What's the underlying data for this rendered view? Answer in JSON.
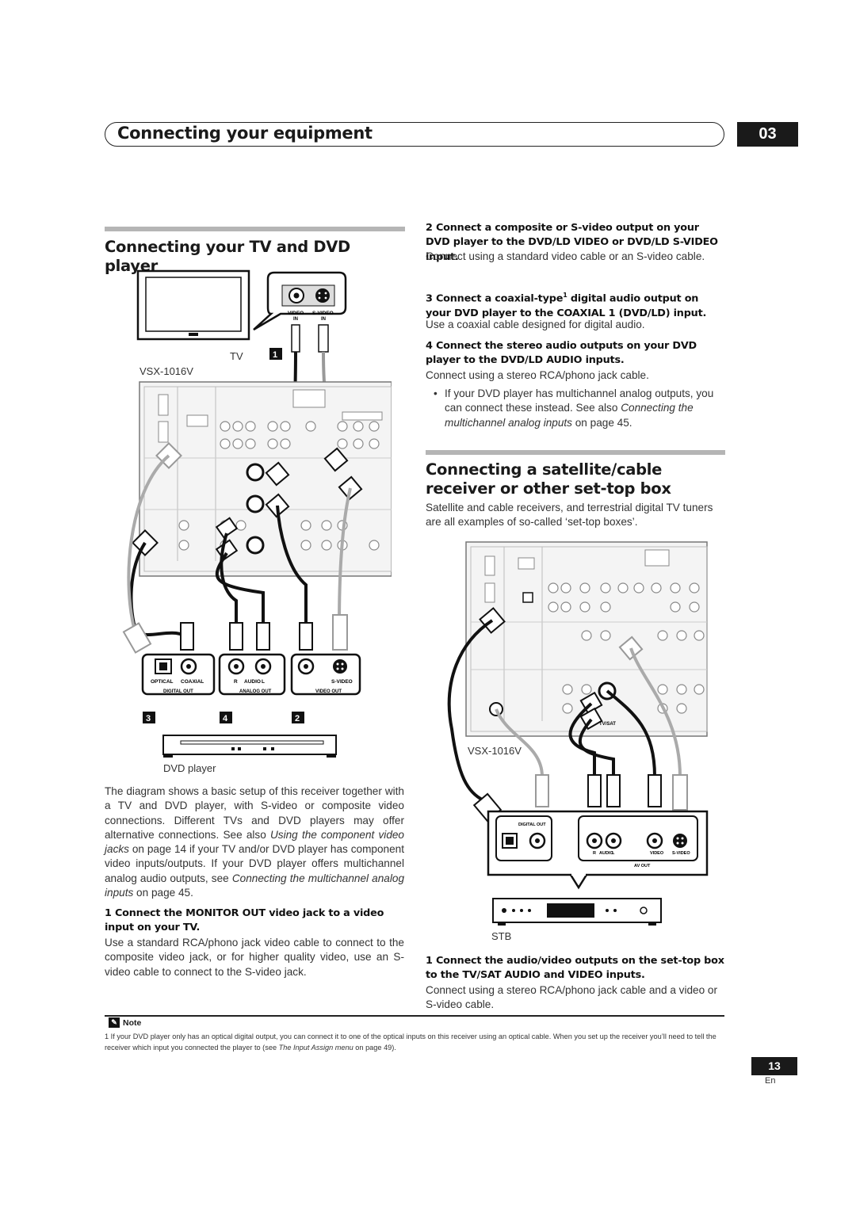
{
  "header": {
    "chapter_title": "Connecting your equipment",
    "chapter_number": "03"
  },
  "section1": {
    "title": "Connecting your TV and DVD player",
    "diagram": {
      "tv_label": "TV",
      "receiver_label": "VSX-1016V",
      "dvd_label": "DVD player",
      "tv_jack_video": "VIDEO",
      "tv_jack_svideo": "S-VIDEO",
      "tv_jack_in1": "IN",
      "tv_jack_in2": "IN",
      "marker_1": "1",
      "marker_2": "2",
      "marker_3": "3",
      "marker_4": "4",
      "dvd_optical": "OPTICAL",
      "dvd_coaxial": "COAXIAL",
      "dvd_digital_out": "DIGITAL OUT",
      "dvd_r": "R",
      "dvd_audio": "AUDIO",
      "dvd_l": "L",
      "dvd_analog_out": "ANALOG OUT",
      "dvd_svideo": "S-VIDEO",
      "dvd_video_out": "VIDEO OUT"
    },
    "body": "The diagram shows a basic setup of this receiver together with a TV and DVD player, with S-video or composite video connections. Different TVs and DVD players may offer alternative connections. See also ",
    "body_ref1": "Using the component video jacks",
    "body_mid": " on page 14 if your TV and/or DVD player has component video inputs/outputs. If your DVD player offers multichannel analog audio outputs, see ",
    "body_ref2": "Connecting the multichannel analog inputs",
    "body_end": " on page 45.",
    "step1_title": "1   Connect the MONITOR OUT video jack to a video input on your TV.",
    "step1_text": "Use a standard RCA/phono jack video cable to connect to the composite video jack, or for higher quality video, use an S-video cable to connect to the S-video jack.",
    "step2_title": "2   Connect a composite or S-video output on your DVD player to the DVD/LD VIDEO or DVD/LD S-VIDEO input.",
    "step2_text": "Connect using a standard video cable or an S-video cable.",
    "step3_title_a": "3   Connect a coaxial-type",
    "step3_sup": "1",
    "step3_title_b": " digital audio output on your DVD player to the COAXIAL 1 (DVD/LD) input.",
    "step3_text": "Use a coaxial cable designed for digital audio.",
    "step4_title": "4   Connect the stereo audio outputs on your DVD player to the DVD/LD AUDIO inputs.",
    "step4_text": "Connect using a stereo RCA/phono jack cable.",
    "bullet_a": "If your DVD player has multichannel analog outputs, you can connect these instead. See also ",
    "bullet_ref": "Connecting the multichannel analog inputs",
    "bullet_end": " on page 45."
  },
  "section2": {
    "title": "Connecting a satellite/cable receiver or other set-top box",
    "intro": "Satellite and cable receivers, and terrestrial digital TV tuners are all examples of so-called ‘set-top boxes’.",
    "diagram": {
      "receiver_label": "VSX-1016V",
      "stb_label": "STB",
      "stb_digital_out": "DIGITAL OUT",
      "stb_r": "R",
      "stb_audio": "AUDIO",
      "stb_l": "L",
      "stb_video": "VIDEO",
      "stb_svideo": "S-VIDEO",
      "stb_avout": "AV OUT",
      "rx_tvsat": "TV/SAT"
    },
    "step1_title": "1   Connect the audio/video outputs on the set-top box to the TV/SAT AUDIO and VIDEO inputs.",
    "step1_text": "Connect using a stereo RCA/phono jack cable and a video or S-video cable."
  },
  "note": {
    "label": "Note",
    "text_a": "1  If your DVD player only has an optical digital output, you can connect it to one of the optical inputs on this receiver using an optical cable. When you set up the receiver you’ll need to tell the receiver which input you connected the player to (see ",
    "text_ref": "The Input Assign menu",
    "text_end": " on page 49)."
  },
  "footer": {
    "page_number": "13",
    "language": "En"
  }
}
